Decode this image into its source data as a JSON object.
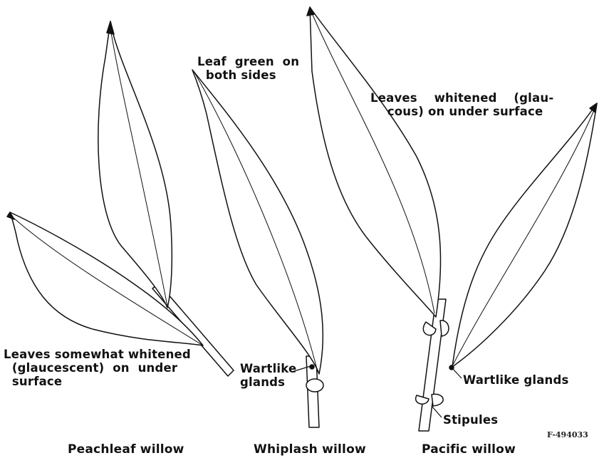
{
  "annotations": {
    "peachleaf_note": "Leaves somewhat whitened\n  (glaucescent)  on  under\n  surface",
    "whiplash_note": "Leaf  green  on\n  both sides",
    "pacific_note": "Leaves    whitened    (glau-\n    cous) on under surface",
    "whiplash_glands": "Wartlike\nglands",
    "pacific_glands": "Wartlike glands",
    "stipules": "Stipules"
  },
  "captions": {
    "peachleaf": "Peachleaf willow",
    "whiplash": "Whiplash willow",
    "pacific": "Pacific willow"
  },
  "figure_number": "F-494033",
  "colors": {
    "ink": "#111111",
    "background": "#ffffff"
  }
}
